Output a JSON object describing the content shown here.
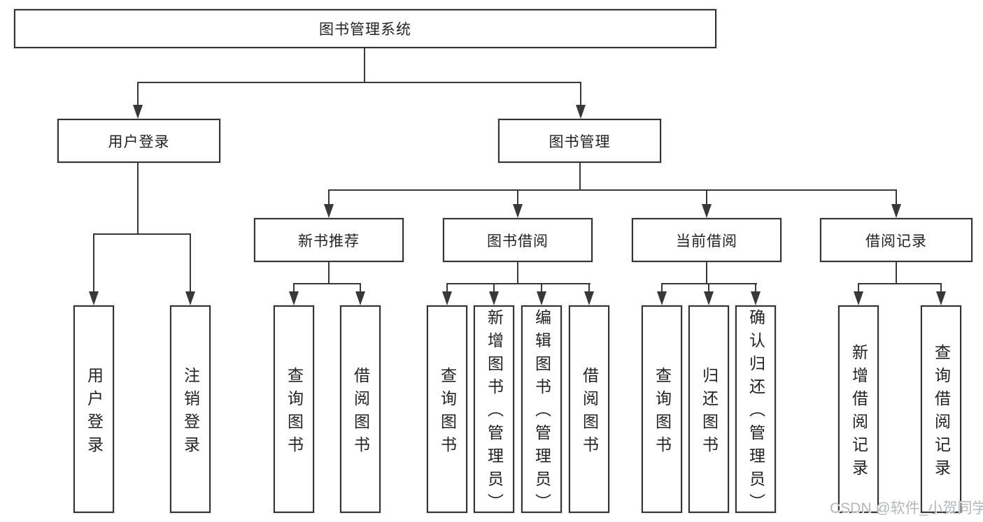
{
  "diagram": {
    "title": "图书管理系统",
    "level2": {
      "user_login": "用户登录",
      "book_mgmt": "图书管理"
    },
    "level3": {
      "new_books": "新书推荐",
      "book_borrow": "图书借阅",
      "current_borrow": "当前借阅",
      "borrow_records": "借阅记录"
    },
    "leaves": {
      "user_login": [
        "用户登录",
        "注销登录"
      ],
      "new_books": [
        "查询图书",
        "借阅图书"
      ],
      "book_borrow": [
        "查询图书",
        "新增图书（管理员）",
        "编辑图书（管理员）",
        "借阅图书"
      ],
      "current_borrow": [
        "查询图书",
        "归还图书",
        "确认归还（管理员）"
      ],
      "borrow_records": [
        "新增借阅记录",
        "查询借阅记录"
      ]
    }
  },
  "watermark": "CSDN @软件_小贺同学",
  "colors": {
    "line": "#383838",
    "border": "#343434",
    "text": "#222222",
    "watermark_text": "#b5b7ba",
    "background": "#ffffff"
  }
}
